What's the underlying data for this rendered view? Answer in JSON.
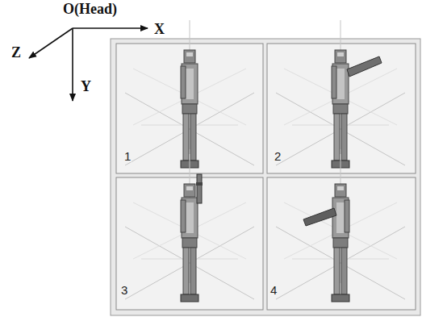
{
  "diagram": {
    "labels": [
      "O(Head)",
      "X",
      "Y",
      "Z",
      "1",
      "2",
      "3",
      "4"
    ]
  }
}
